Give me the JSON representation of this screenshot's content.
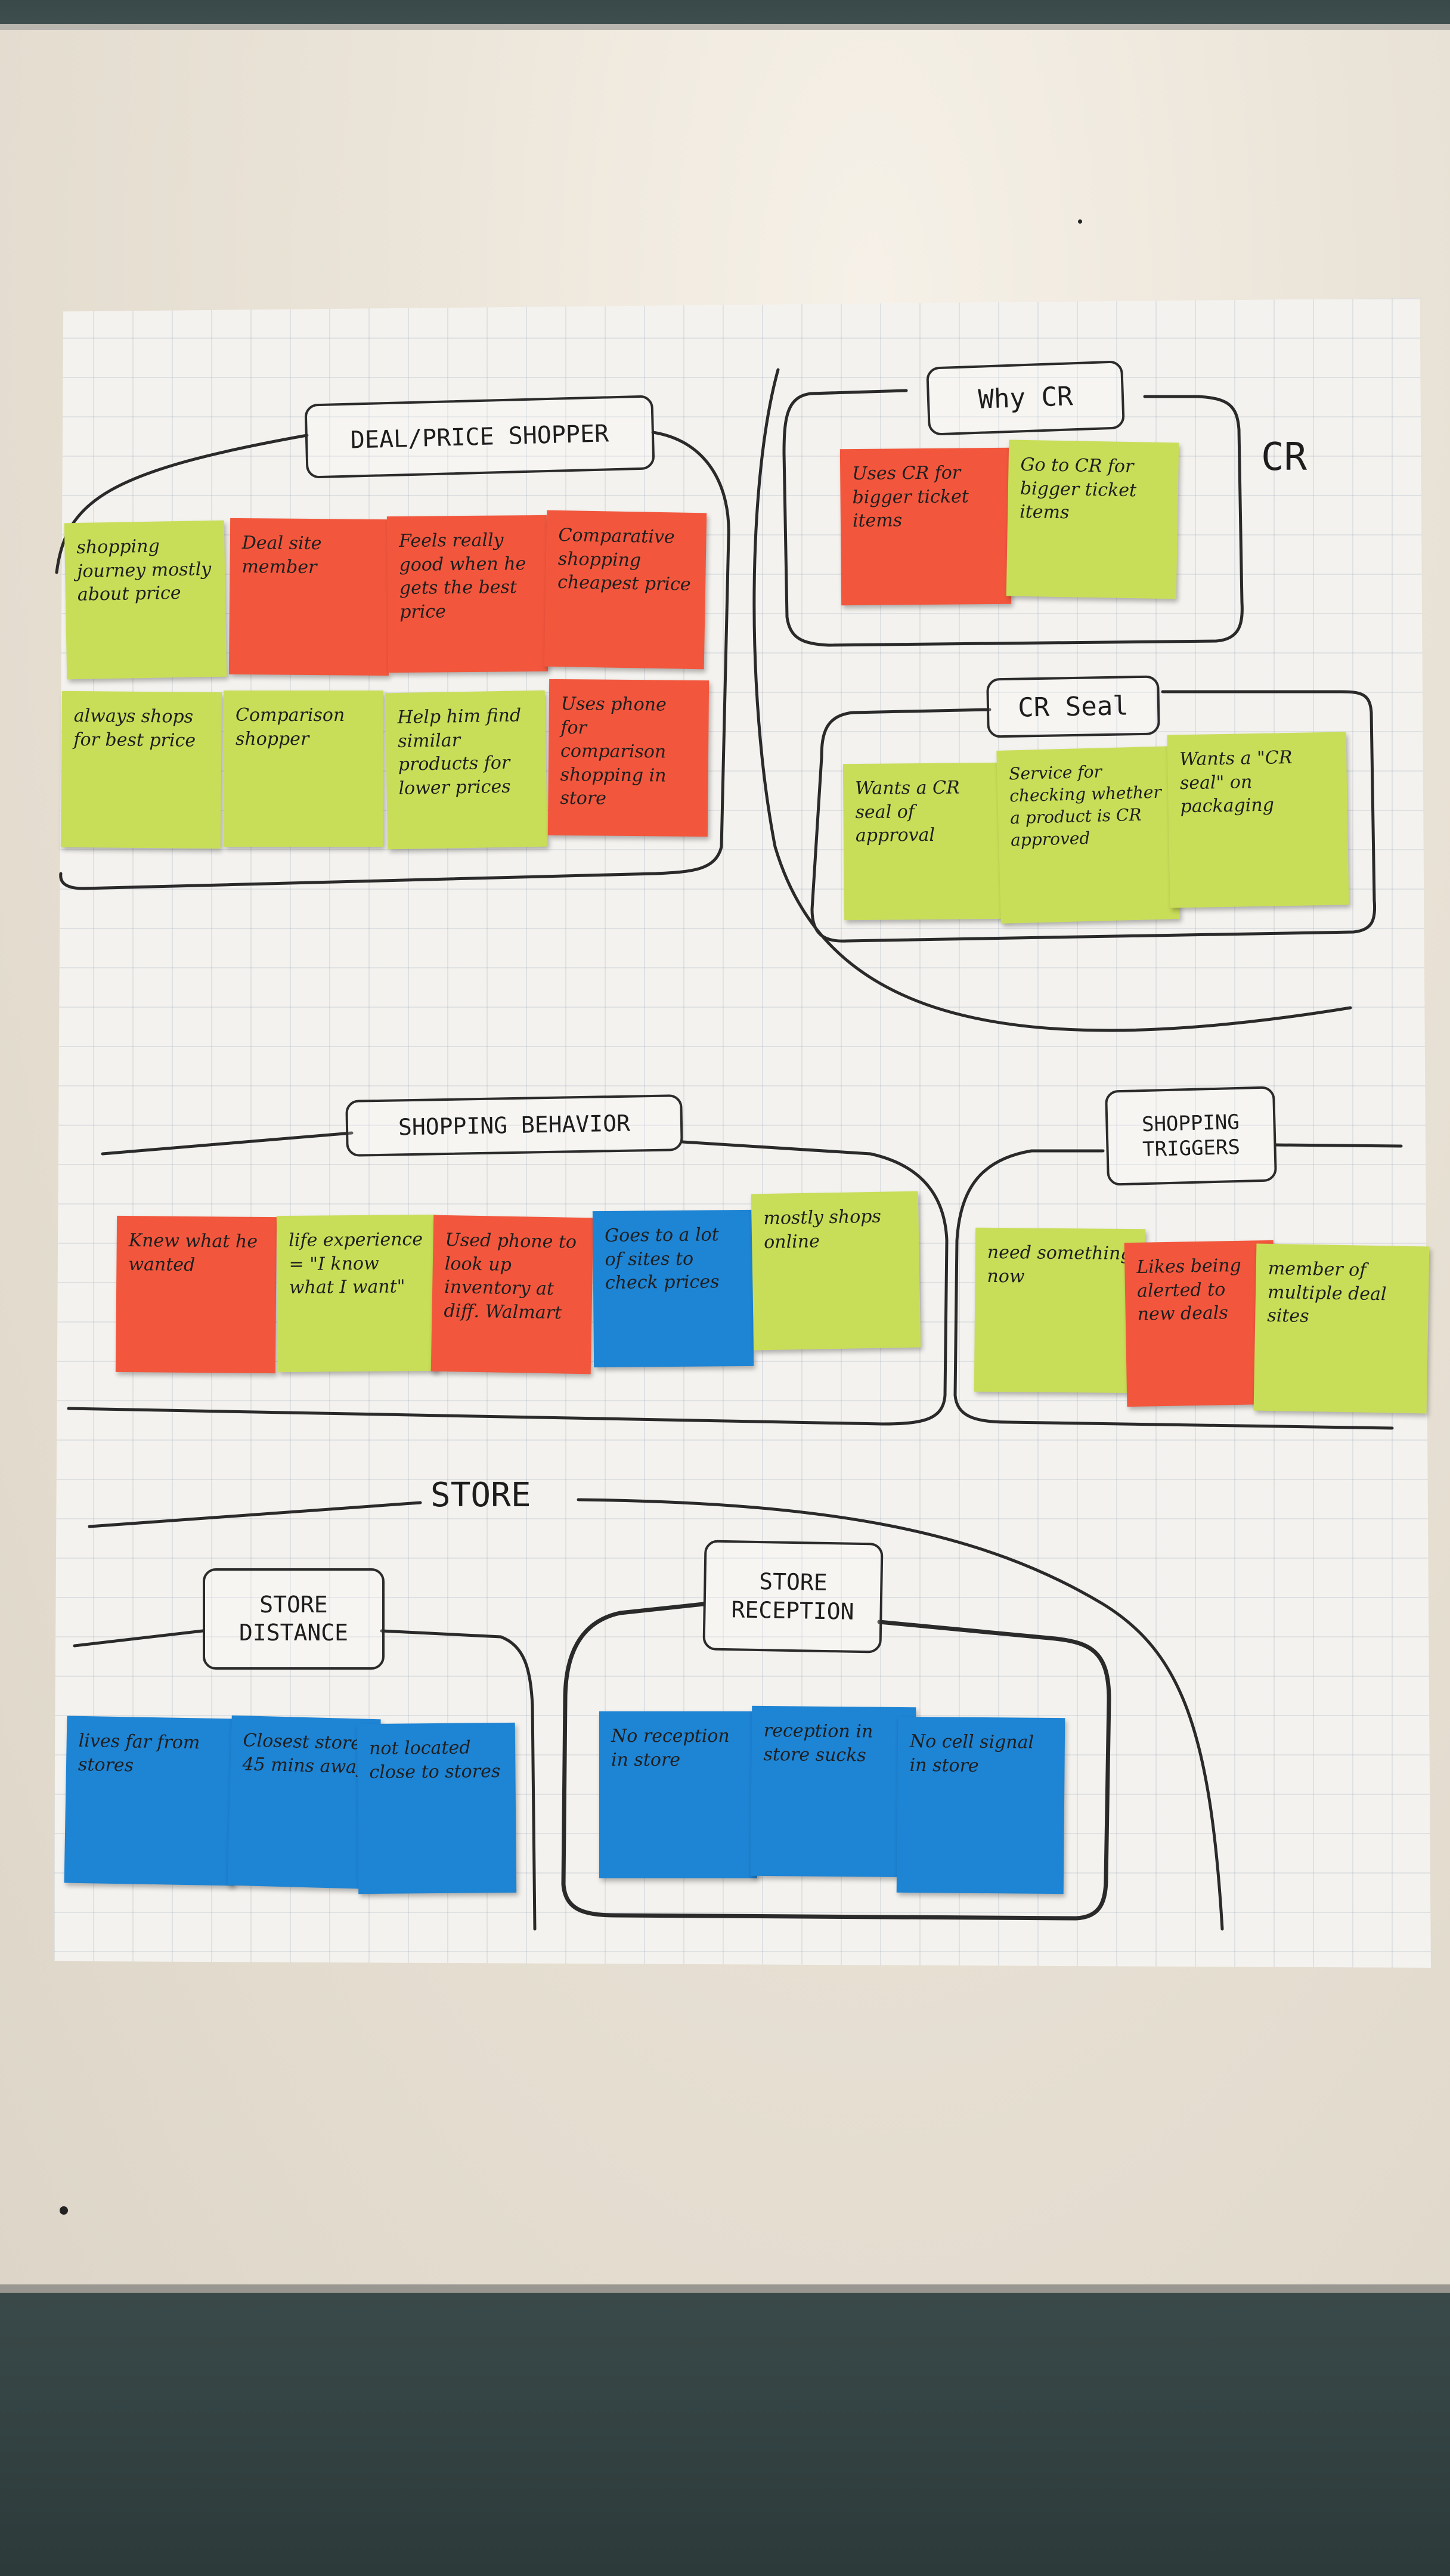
{
  "scene": {
    "board_color": "#ece6dc",
    "paper_color": "#f4f2ee",
    "note_colors": {
      "green": "#c9de58",
      "red": "#f2573d",
      "blue": "#1e84d4"
    }
  },
  "labels": {
    "deal_price_shopper": "DEAL/PRICE SHOPPER",
    "why_cr": "Why CR",
    "cr": "CR",
    "cr_seal": "CR Seal",
    "shopping_behavior": "SHOPPING BEHAVIOR",
    "shopping_triggers": "SHOPPING TRIGGERS",
    "store": "STORE",
    "store_distance": "STORE DISTANCE",
    "store_reception": "STORE RECEPTION"
  },
  "notes": {
    "deal": [
      {
        "color": "green",
        "text": "shopping journey mostly about price"
      },
      {
        "color": "red",
        "text": "Deal site member"
      },
      {
        "color": "red",
        "text": "Feels really good when he gets the best price"
      },
      {
        "color": "red",
        "text": "Comparative shopping cheapest price"
      },
      {
        "color": "green",
        "text": "always shops for best price"
      },
      {
        "color": "green",
        "text": "Comparison shopper"
      },
      {
        "color": "green",
        "text": "Help him find similar products for lower prices"
      },
      {
        "color": "red",
        "text": "Uses phone for comparison shopping in store"
      }
    ],
    "why_cr": [
      {
        "color": "red",
        "text": "Uses CR for bigger ticket items"
      },
      {
        "color": "green",
        "text": "Go to CR for bigger ticket items"
      }
    ],
    "cr_seal": [
      {
        "color": "green",
        "text": "Wants a CR seal of approval"
      },
      {
        "color": "green",
        "text": "Service for checking whether a product is CR approved"
      },
      {
        "color": "green",
        "text": "Wants a \"CR seal\" on packaging"
      }
    ],
    "behavior": [
      {
        "color": "red",
        "text": "Knew what he wanted"
      },
      {
        "color": "green",
        "text": "life experience = \"I know what I want\""
      },
      {
        "color": "red",
        "text": "Used phone to look up inventory at diff. Walmart"
      },
      {
        "color": "blue",
        "text": "Goes to a lot of sites to check prices"
      },
      {
        "color": "green",
        "text": "mostly shops online"
      }
    ],
    "triggers": [
      {
        "color": "green",
        "text": "need something now"
      },
      {
        "color": "red",
        "text": "Likes being alerted to new deals"
      },
      {
        "color": "green",
        "text": "member of multiple deal sites"
      }
    ],
    "distance": [
      {
        "color": "blue",
        "text": "lives far from stores"
      },
      {
        "color": "blue",
        "text": "Closest store 45 mins away"
      },
      {
        "color": "blue",
        "text": "not located close to stores"
      }
    ],
    "reception": [
      {
        "color": "blue",
        "text": "No reception in store"
      },
      {
        "color": "blue",
        "text": "reception in store sucks"
      },
      {
        "color": "blue",
        "text": "No cell signal in store"
      }
    ]
  }
}
